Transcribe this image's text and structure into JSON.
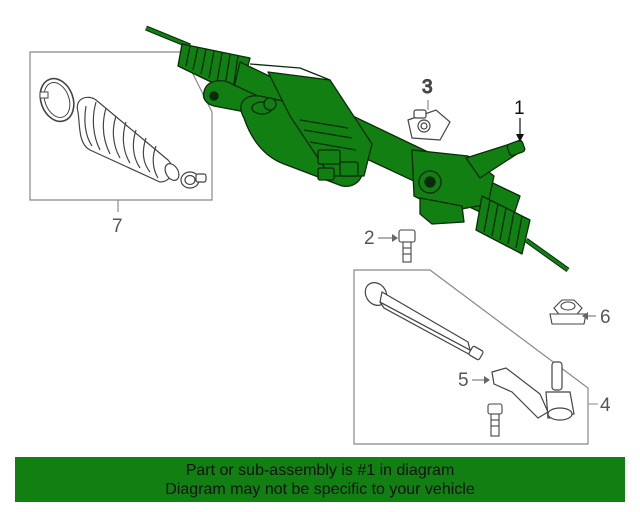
{
  "callouts": {
    "c1": "1",
    "c2": "2",
    "c3": "3",
    "c4": "4",
    "c5": "5",
    "c6": "6",
    "c7": "7"
  },
  "banner": {
    "line1": "Part or sub-assembly is #1 in diagram",
    "line2": "Diagram may not be specific to your vehicle"
  },
  "colors": {
    "highlight": "#117f12",
    "banner": "#117f12",
    "outline": "#0b2a0b",
    "line_gray": "#777777"
  }
}
